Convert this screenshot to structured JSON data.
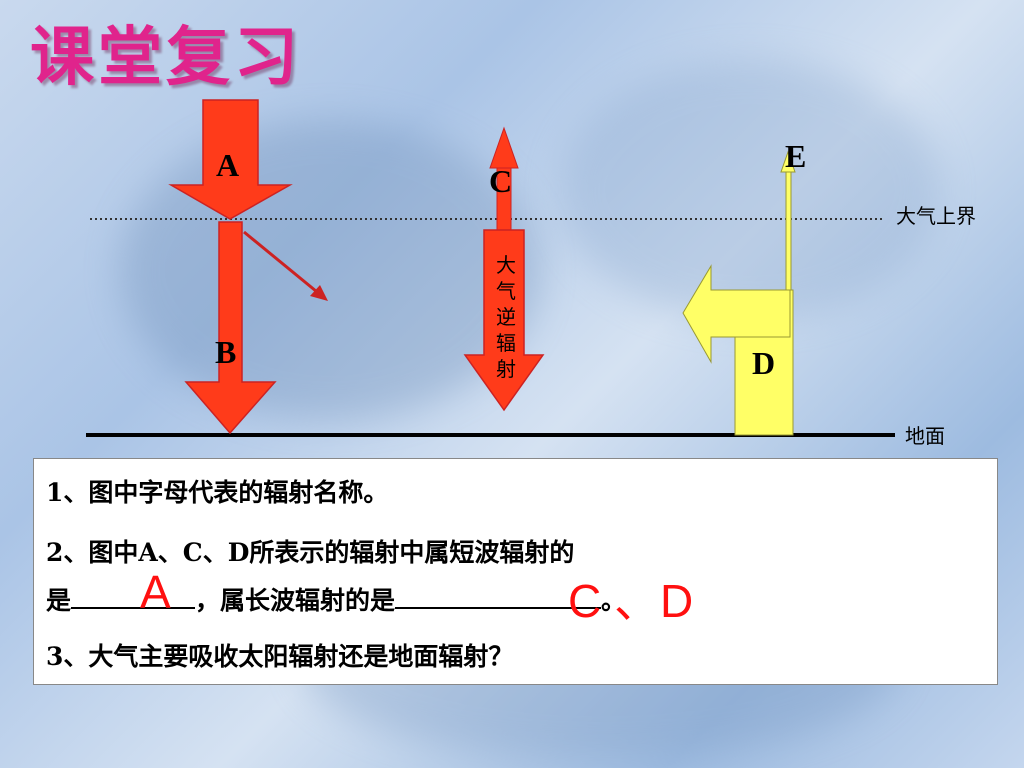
{
  "slide": {
    "title": "课堂复习"
  },
  "diagram": {
    "labels": {
      "A": "A",
      "B": "B",
      "C": "C",
      "D": "D",
      "E": "E"
    },
    "atmosphere_top_label": "大气上界",
    "ground_label": "地面",
    "counter_radiation_text": [
      "大",
      "气",
      "逆",
      "辐",
      "射"
    ],
    "colors": {
      "red_arrow": "#ff3b1a",
      "yellow_arrow": "#ffff66",
      "title": "#e0248c",
      "answer": "#ff1010"
    }
  },
  "questions": {
    "q1": "1、图中字母代表的辐射名称。",
    "q2_line1": "2、图中A、C、D所表示的辐射中属短波辐射的",
    "q2_line2_prefix": "是",
    "q2_line2_mid": "，属长波辐射的是",
    "q2_line2_suffix": "。",
    "q3": "3、大气主要吸收太阳辐射还是地面辐射？"
  },
  "answers": {
    "short_wave": "A",
    "long_wave": "C 、D"
  }
}
